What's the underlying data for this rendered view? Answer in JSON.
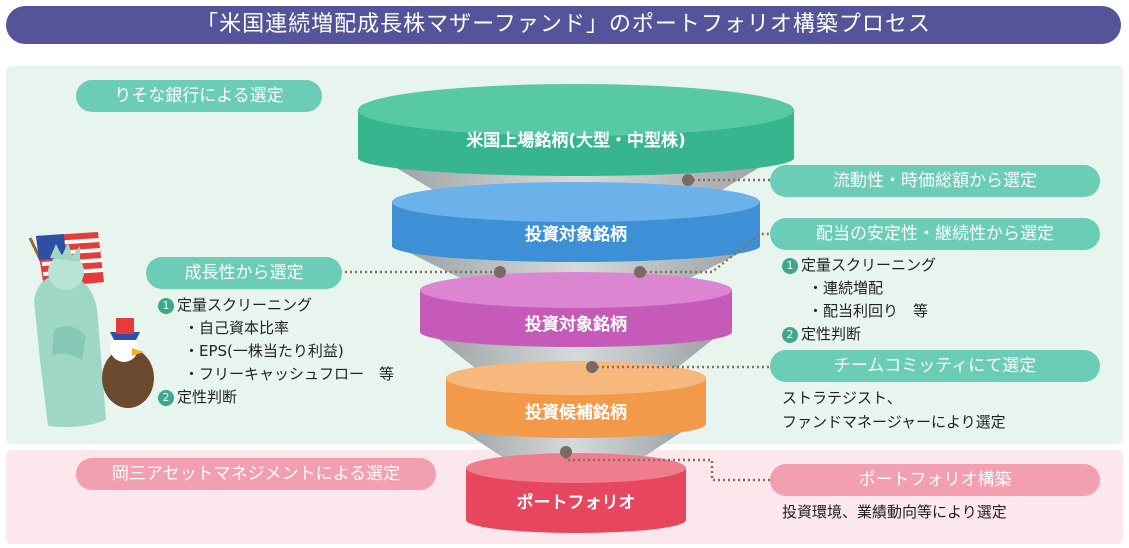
{
  "title": "「米国連続増配成長株マザーファンド」のポートフォリオ構築プロセス",
  "bands": {
    "top_label": "りそな銀行による選定",
    "bottom_label": "岡三アセットマネジメントによる選定"
  },
  "funnel": [
    {
      "label": "米国上場銘柄(大型・中型株)",
      "color": "#36b58f"
    },
    {
      "label": "投資対象銘柄",
      "color": "#3d8fd6"
    },
    {
      "label": "投資対象銘柄",
      "color": "#c65ab9"
    },
    {
      "label": "投資候補銘柄",
      "color": "#f29a4a"
    },
    {
      "label": "ポートフォリオ",
      "color": "#e8465f"
    }
  ],
  "right_steps": [
    {
      "label": "流動性・時価総額から選定"
    },
    {
      "label": "配当の安定性・継続性から選定",
      "lines": [
        "定量スクリーニング",
        "・連続増配",
        "・配当利回り　等",
        "定性判断"
      ],
      "numbers": [
        "1",
        "2"
      ]
    },
    {
      "label": "チームコミッティにて選定",
      "lines": [
        "ストラテジスト、",
        "ファンドマネージャーにより選定"
      ]
    },
    {
      "label": "ポートフォリオ構築",
      "lines": [
        "投資環境、業績動向等により選定"
      ]
    }
  ],
  "left_step": {
    "label": "成長性から選定",
    "lines": [
      "定量スクリーニング",
      "・自己資本比率",
      "・EPS(一株当たり利益)",
      "・フリーキャッシュフロー　等",
      "定性判断"
    ],
    "numbers": [
      "1",
      "2"
    ]
  },
  "colors": {
    "title_bg": "#55549a",
    "teal": "#6ccdb6",
    "pink": "#f39fb2",
    "green_band": "#e8f4ee",
    "pink_band": "#fbe7ec"
  }
}
